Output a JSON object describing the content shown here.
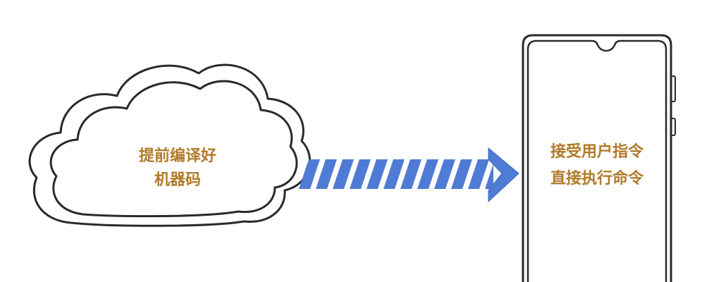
{
  "cloud": {
    "line1": "提前编译好",
    "line2": "机器码"
  },
  "phone": {
    "line1": "接受用户指令",
    "line2": "直接执行命令"
  },
  "colors": {
    "label_text": "#b07a2a",
    "arrow_fill": "#4f7bd4",
    "outline": "#2a2a2a"
  }
}
